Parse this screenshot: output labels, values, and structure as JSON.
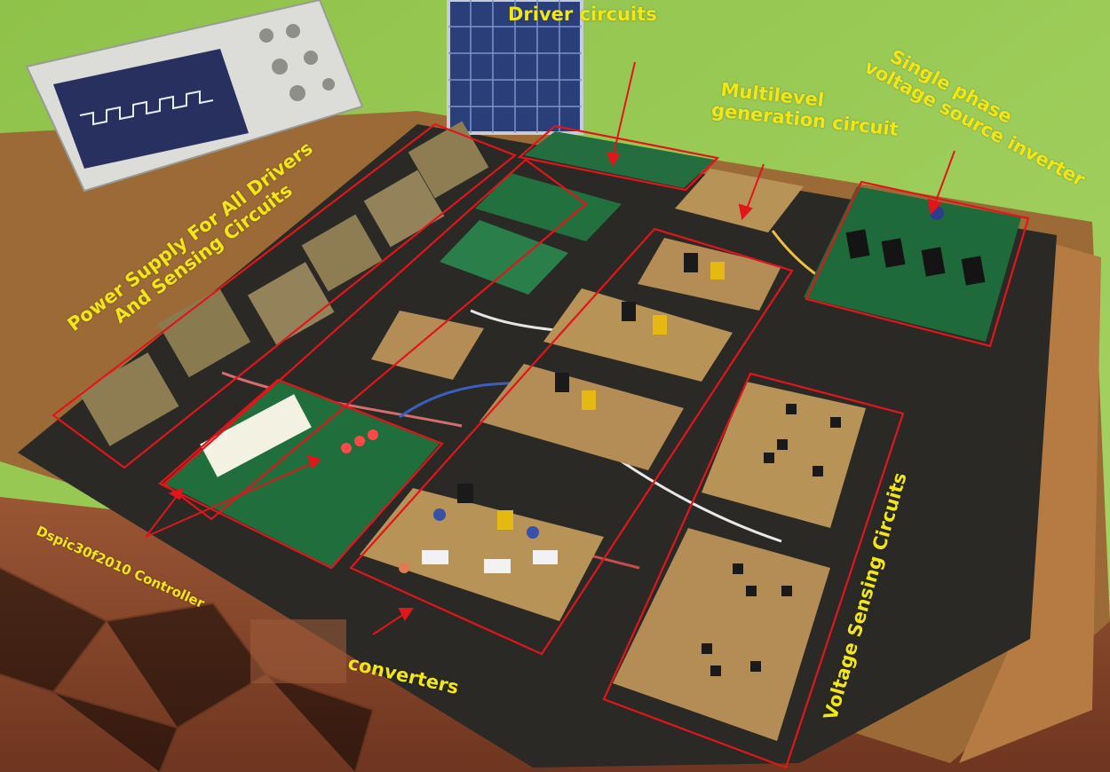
{
  "labels": {
    "driver_circuits": "Driver circuits",
    "multilevel_line1": "Multilevel",
    "multilevel_line2": "generation circuit",
    "vsi_line1": "Single phase",
    "vsi_line2": "voltage source inverter",
    "power_supply_line1": "Power Supply For All Drivers",
    "power_supply_line2": "And Sensing Circuits",
    "controller": "Dspic30f2010 Controller",
    "converters": "converters",
    "voltage_sensing": "Voltage Sensing Circuits"
  },
  "colors": {
    "annotation_text": "#f2e616",
    "annotation_box": "#e0161b",
    "wall": "#96c850",
    "board": "#2a2926",
    "pcb_green": "#1f6e3b",
    "pcb_tan": "#b89358",
    "floor": "#8a4a2c"
  }
}
